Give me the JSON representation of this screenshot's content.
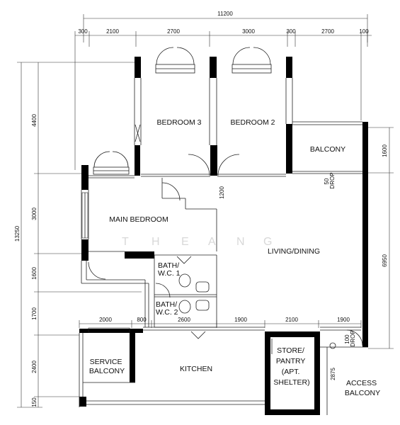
{
  "dimensions": {
    "top_total": "11200",
    "top_segments": [
      "300",
      "2100",
      "2700",
      "3000",
      "300",
      "2700",
      "100"
    ],
    "left_total": "13250",
    "left_segments": [
      "4400",
      "3000",
      "1600",
      "1700",
      "2400",
      "150"
    ],
    "right_segments": [
      "1600",
      "6950"
    ],
    "bottom_row": [
      "2000",
      "800",
      "2600",
      "1900",
      "2100",
      "1900"
    ],
    "interior_1200": "1200",
    "balcony_drop": "50\nDROP",
    "access_drop": "100\nDROP",
    "store_2875": "2875"
  },
  "rooms": {
    "bedroom3": "BEDROOM 3",
    "bedroom2": "BEDROOM 2",
    "balcony": "BALCONY",
    "main_bedroom": "MAIN BEDROOM",
    "living_dining": "LIVING/DINING",
    "bath1": [
      "BATH/",
      "W.C. 1"
    ],
    "bath2": [
      "BATH/",
      "W.C. 2"
    ],
    "service_balcony": [
      "SERVICE",
      "BALCONY"
    ],
    "kitchen": "KITCHEN",
    "store": [
      "STORE/",
      "PANTRY",
      "(APT.",
      "SHELTER)"
    ],
    "access_balcony": [
      "ACCESS",
      "BALCONY"
    ]
  },
  "watermark": "THEANG"
}
